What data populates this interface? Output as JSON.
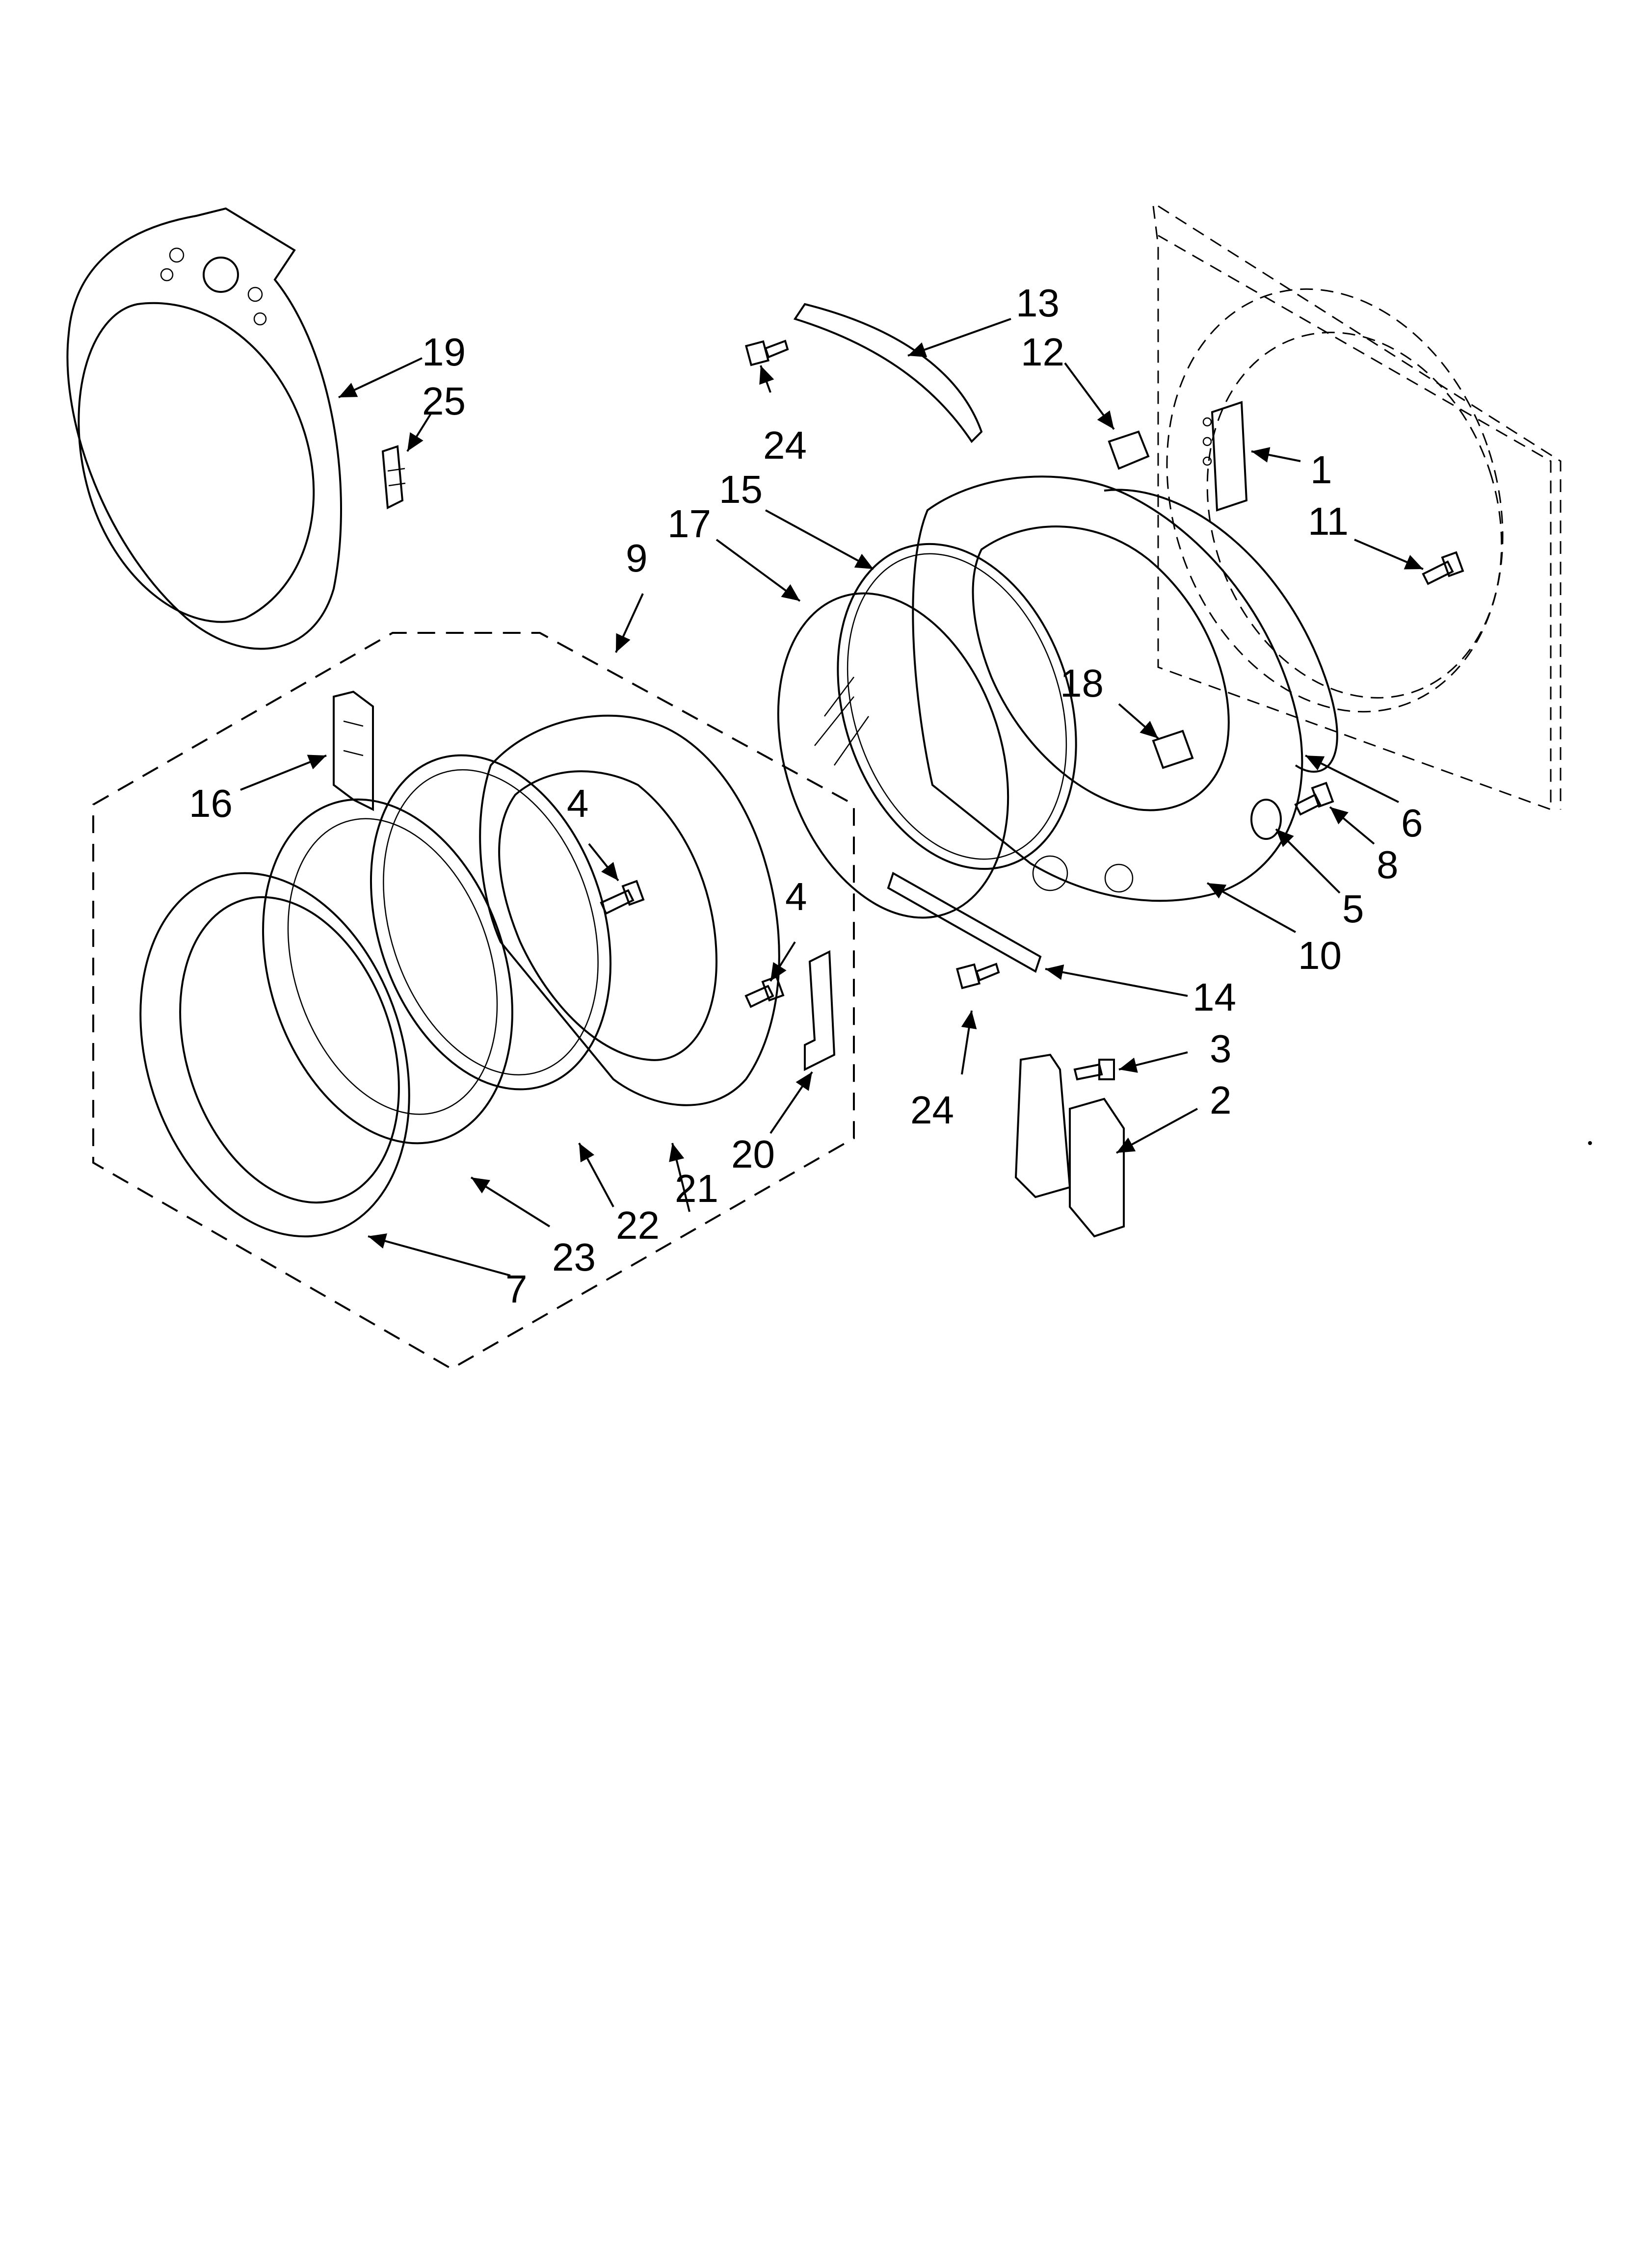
{
  "diagram": {
    "callouts": [
      {
        "id": "c1",
        "label": "1"
      },
      {
        "id": "c2",
        "label": "2"
      },
      {
        "id": "c3",
        "label": "3"
      },
      {
        "id": "c4a",
        "label": "4"
      },
      {
        "id": "c4b",
        "label": "4"
      },
      {
        "id": "c5",
        "label": "5"
      },
      {
        "id": "c6",
        "label": "6"
      },
      {
        "id": "c7",
        "label": "7"
      },
      {
        "id": "c8",
        "label": "8"
      },
      {
        "id": "c9",
        "label": "9"
      },
      {
        "id": "c10",
        "label": "10"
      },
      {
        "id": "c11",
        "label": "11"
      },
      {
        "id": "c12",
        "label": "12"
      },
      {
        "id": "c13",
        "label": "13"
      },
      {
        "id": "c14",
        "label": "14"
      },
      {
        "id": "c15",
        "label": "15"
      },
      {
        "id": "c16",
        "label": "16"
      },
      {
        "id": "c17",
        "label": "17"
      },
      {
        "id": "c18",
        "label": "18"
      },
      {
        "id": "c19",
        "label": "19"
      },
      {
        "id": "c20",
        "label": "20"
      },
      {
        "id": "c21",
        "label": "21"
      },
      {
        "id": "c22",
        "label": "22"
      },
      {
        "id": "c23",
        "label": "23"
      },
      {
        "id": "c24a",
        "label": "24"
      },
      {
        "id": "c24b",
        "label": "24"
      },
      {
        "id": "c25",
        "label": "25"
      }
    ]
  }
}
